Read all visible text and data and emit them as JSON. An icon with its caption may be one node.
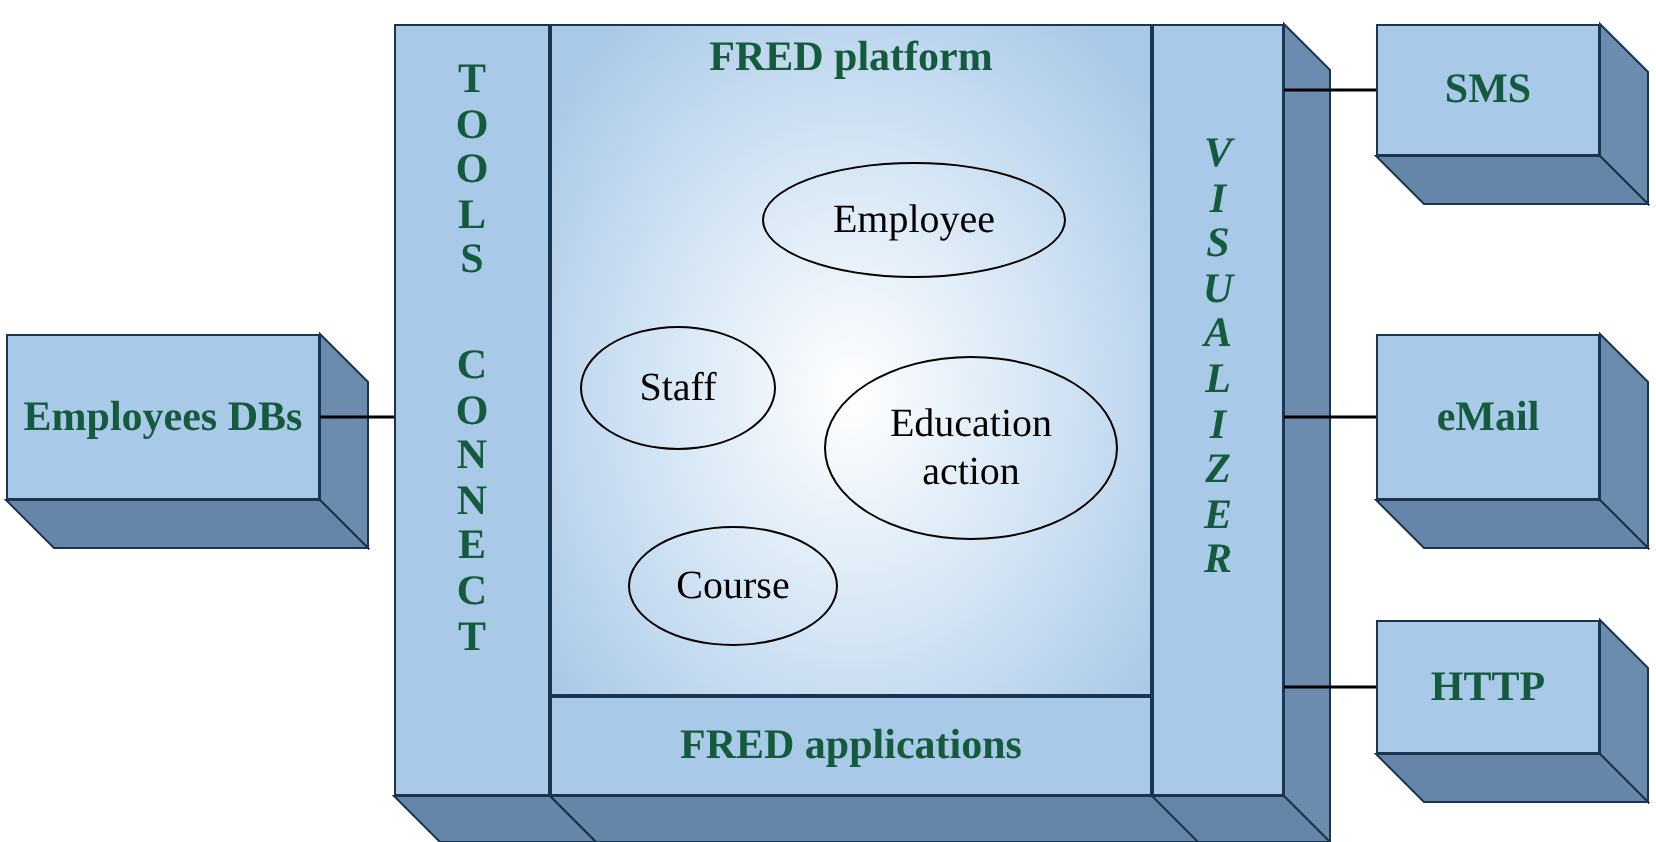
{
  "diagram": {
    "nodes": [
      {
        "text": [
          "Employees DBs"
        ]
      },
      {
        "text": [],
        "shape": "box"
      },
      {
        "text": [
          "TOOLS CONNECT"
        ],
        "in": 1
      },
      {
        "text": [
          "FRED platform"
        ],
        "in": 1
      },
      {
        "text": [
          "Employee"
        ],
        "in": 3
      },
      {
        "text": [
          "Staff"
        ],
        "in": 3
      },
      {
        "text": [
          "Education action"
        ],
        "in": 3
      },
      {
        "text": [
          "Course"
        ],
        "in": 3
      },
      {
        "text": [
          "FRED applications"
        ],
        "in": 1
      },
      {
        "text": [
          "VISUALIZER"
        ],
        "in": 1
      },
      {
        "text": [
          "SMS"
        ]
      },
      {
        "text": [
          "eMail"
        ]
      },
      {
        "text": [
          "HTTP"
        ]
      }
    ],
    "edges": [
      {
        "from": 0,
        "to": 2,
        "arrow": "none"
      },
      {
        "from": 9,
        "to": 10,
        "arrow": "none"
      },
      {
        "from": 9,
        "to": 11,
        "arrow": "none"
      },
      {
        "from": 9,
        "to": 12,
        "arrow": "none"
      }
    ]
  }
}
